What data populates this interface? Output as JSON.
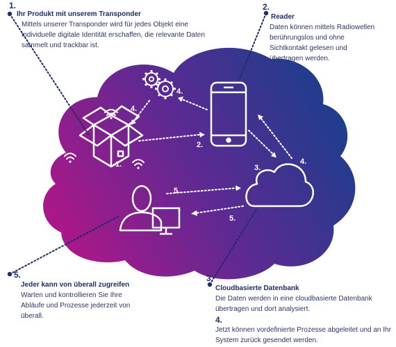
{
  "steps": {
    "s1": {
      "num": "1.",
      "title": "Ihr Produkt mit unserem Transponder",
      "body": "Mittels unserer Transponder wird für jedes Objekt eine individuelle digitale Identität erschaffen, die relevante Daten sammelt und trackbar ist."
    },
    "s2": {
      "num": "2.",
      "title": "Reader",
      "body": "Daten können mittels Radiowellen berührungslos und ohne Sichtkontakt gelesen und übertragen werden."
    },
    "s3": {
      "num": "3.",
      "title": "Cloudbasierte Datenbank",
      "body": "Die Daten werden in eine cloudbasierte Datenbank übertragen und dort analysiert."
    },
    "s4": {
      "num": "4.",
      "body": "Jetzt können vordefinierte Prozesse abgeleitet und an Ihr System zurück gesendet werden."
    },
    "s5": {
      "num": "5.",
      "title": "Jeder kann von überall zugreifen",
      "body": "Warten und kontrollieren Sie Ihre Abläufe und Prozesse jederzeit von überall."
    }
  },
  "diagram_labels": {
    "box": "1.",
    "reader_arrow": "2.",
    "cloud_arrow": "3.",
    "gear_arrow": "4.",
    "return_arrow": "4.",
    "person_arrow_top": "5.",
    "person_arrow_bottom": "5."
  },
  "colors": {
    "cloud_start": "#9e1b8a",
    "cloud_mid": "#5a2a8e",
    "cloud_end": "#1a3f8a",
    "text_dark": "#1d2d66",
    "dot": "#1d2d66"
  }
}
